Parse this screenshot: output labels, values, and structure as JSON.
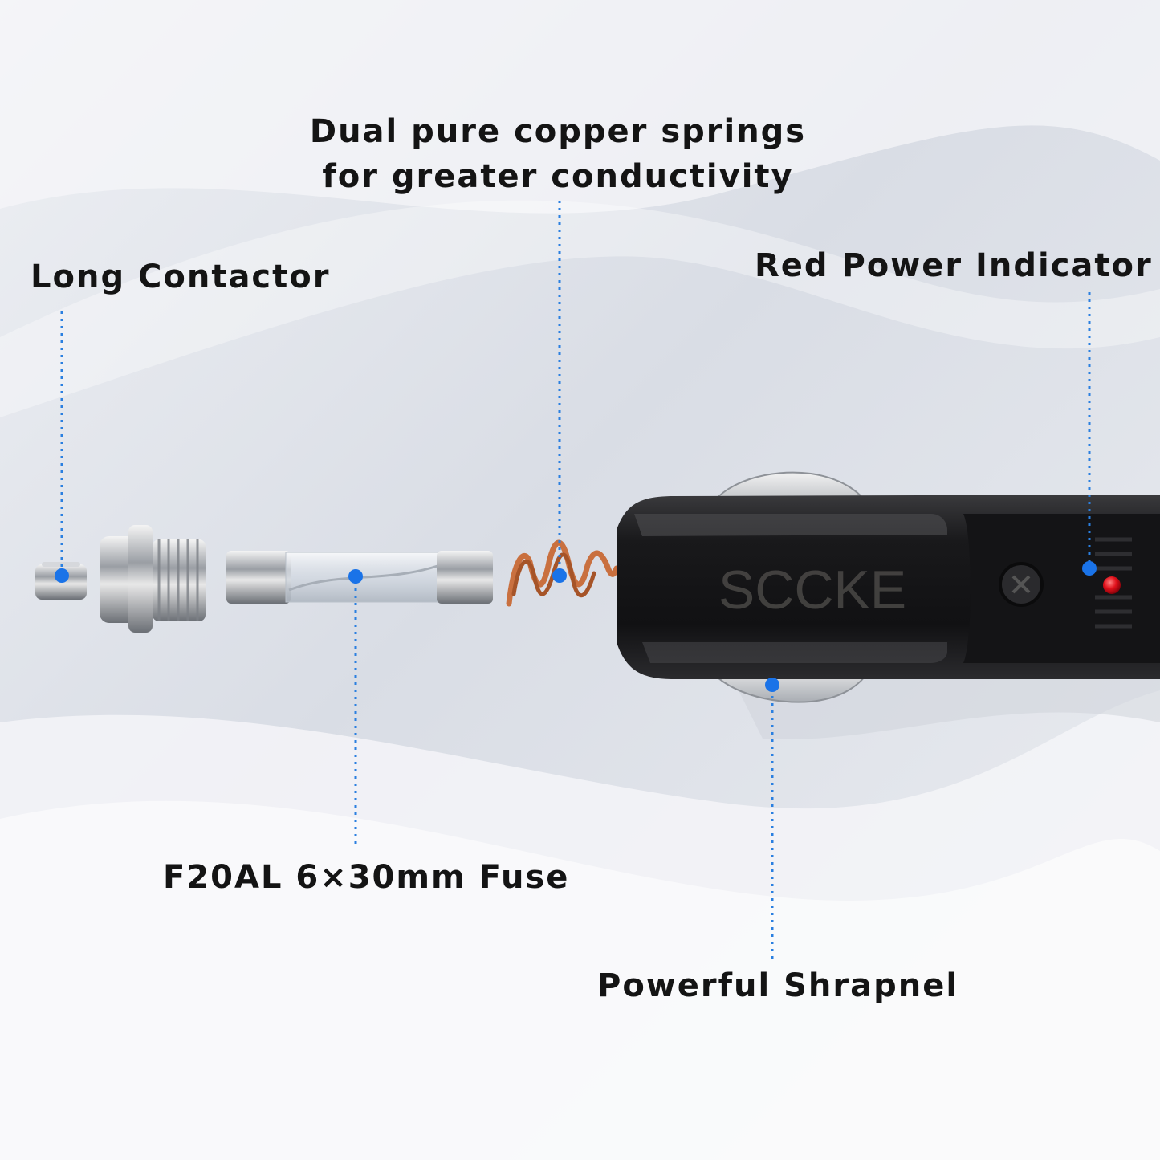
{
  "callouts": {
    "springs_line1": "Dual pure copper springs",
    "springs_line2": "for greater conductivity",
    "long_contactor": "Long Contactor",
    "red_power_indicator": "Red Power Indicator",
    "fuse": "F20AL 6×30mm Fuse",
    "powerful_shrapnel": "Powerful Shrapnel"
  },
  "product": {
    "brand": "SCCKE"
  },
  "colors": {
    "callout_dot": "#1a73e8",
    "callout_line": "#2a7fe0",
    "plug_body": "#1c1c1e",
    "indicator_led": "#e0101a",
    "spring_copper": "#c9703f",
    "background": "#e6e9ef"
  }
}
